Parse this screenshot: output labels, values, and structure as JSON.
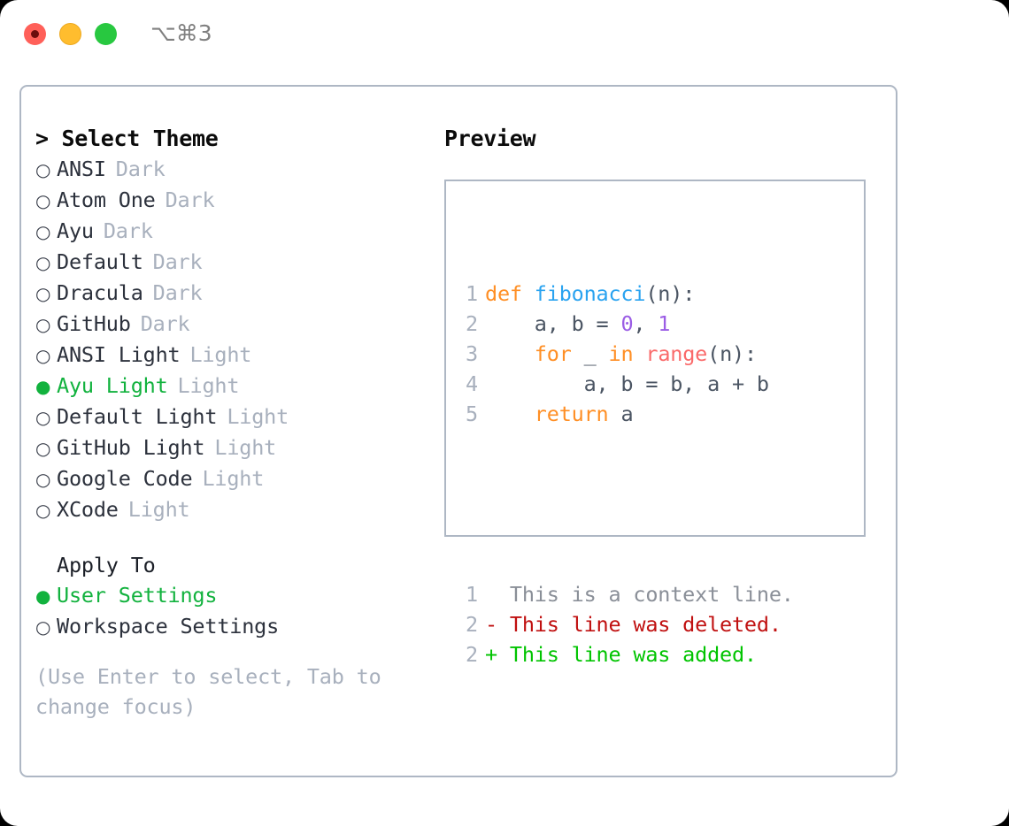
{
  "titlebar": {
    "shortcut": "⌥⌘3",
    "buttons": [
      {
        "name": "close",
        "color": "#ff6059"
      },
      {
        "name": "minimize",
        "color": "#ffbd2e"
      },
      {
        "name": "zoom",
        "color": "#28c840"
      }
    ]
  },
  "theme_list": {
    "heading": "> Select Theme",
    "items": [
      {
        "bullet": "○",
        "name": "ANSI",
        "tag": "Dark",
        "selected": false
      },
      {
        "bullet": "○",
        "name": "Atom One",
        "tag": "Dark",
        "selected": false
      },
      {
        "bullet": "○",
        "name": "Ayu",
        "tag": "Dark",
        "selected": false
      },
      {
        "bullet": "○",
        "name": "Default",
        "tag": "Dark",
        "selected": false
      },
      {
        "bullet": "○",
        "name": "Dracula",
        "tag": "Dark",
        "selected": false
      },
      {
        "bullet": "○",
        "name": "GitHub",
        "tag": "Dark",
        "selected": false
      },
      {
        "bullet": "○",
        "name": "ANSI Light",
        "tag": "Light",
        "selected": false
      },
      {
        "bullet": "●",
        "name": "Ayu Light",
        "tag": "Light",
        "selected": true
      },
      {
        "bullet": "○",
        "name": "Default Light",
        "tag": "Light",
        "selected": false
      },
      {
        "bullet": "○",
        "name": "GitHub Light",
        "tag": "Light",
        "selected": false
      },
      {
        "bullet": "○",
        "name": "Google Code",
        "tag": "Light",
        "selected": false
      },
      {
        "bullet": "○",
        "name": "XCode",
        "tag": "Light",
        "selected": false
      }
    ]
  },
  "apply_to": {
    "heading": "Apply To",
    "items": [
      {
        "bullet": "●",
        "name": "User Settings",
        "selected": true
      },
      {
        "bullet": "○",
        "name": "Workspace Settings",
        "selected": false
      }
    ]
  },
  "hint": "(Use Enter to select, Tab to change focus)",
  "preview": {
    "heading": "Preview",
    "code_lines": [
      {
        "num": "1",
        "tokens": [
          {
            "t": "def ",
            "c": "kw"
          },
          {
            "t": "fibonacci",
            "c": "fn"
          },
          {
            "t": "(n):",
            "c": "punc"
          }
        ]
      },
      {
        "num": "2",
        "tokens": [
          {
            "t": "    a, b = ",
            "c": "plain"
          },
          {
            "t": "0",
            "c": "num"
          },
          {
            "t": ", ",
            "c": "plain"
          },
          {
            "t": "1",
            "c": "num"
          }
        ]
      },
      {
        "num": "3",
        "tokens": [
          {
            "t": "    ",
            "c": "plain"
          },
          {
            "t": "for",
            "c": "kw"
          },
          {
            "t": " _ ",
            "c": "plain"
          },
          {
            "t": "in",
            "c": "kw"
          },
          {
            "t": " ",
            "c": "plain"
          },
          {
            "t": "range",
            "c": "call"
          },
          {
            "t": "(n):",
            "c": "punc"
          }
        ]
      },
      {
        "num": "4",
        "tokens": [
          {
            "t": "        a, b = b, a + b",
            "c": "plain"
          }
        ]
      },
      {
        "num": "5",
        "tokens": [
          {
            "t": "    ",
            "c": "plain"
          },
          {
            "t": "return",
            "c": "kw"
          },
          {
            "t": " a",
            "c": "plain"
          }
        ]
      }
    ],
    "diff_lines": [
      {
        "num": "1",
        "marker": " ",
        "text": " This is a context line.",
        "kind": "ctx"
      },
      {
        "num": "2",
        "marker": "-",
        "text": " This line was deleted.",
        "kind": "del"
      },
      {
        "num": "2",
        "marker": "+",
        "text": " This line was added.",
        "kind": "add"
      }
    ]
  },
  "colors": {
    "selected_green": "#12b23e",
    "muted_gray": "#a8b0bd",
    "border": "#aeb7c4",
    "keyword_orange": "#ff8f25",
    "function_blue": "#2aa3f0",
    "number_purple": "#9b5de5",
    "call_red": "#fa6a6a",
    "diff_deleted": "#c01010",
    "diff_added": "#00c400"
  }
}
